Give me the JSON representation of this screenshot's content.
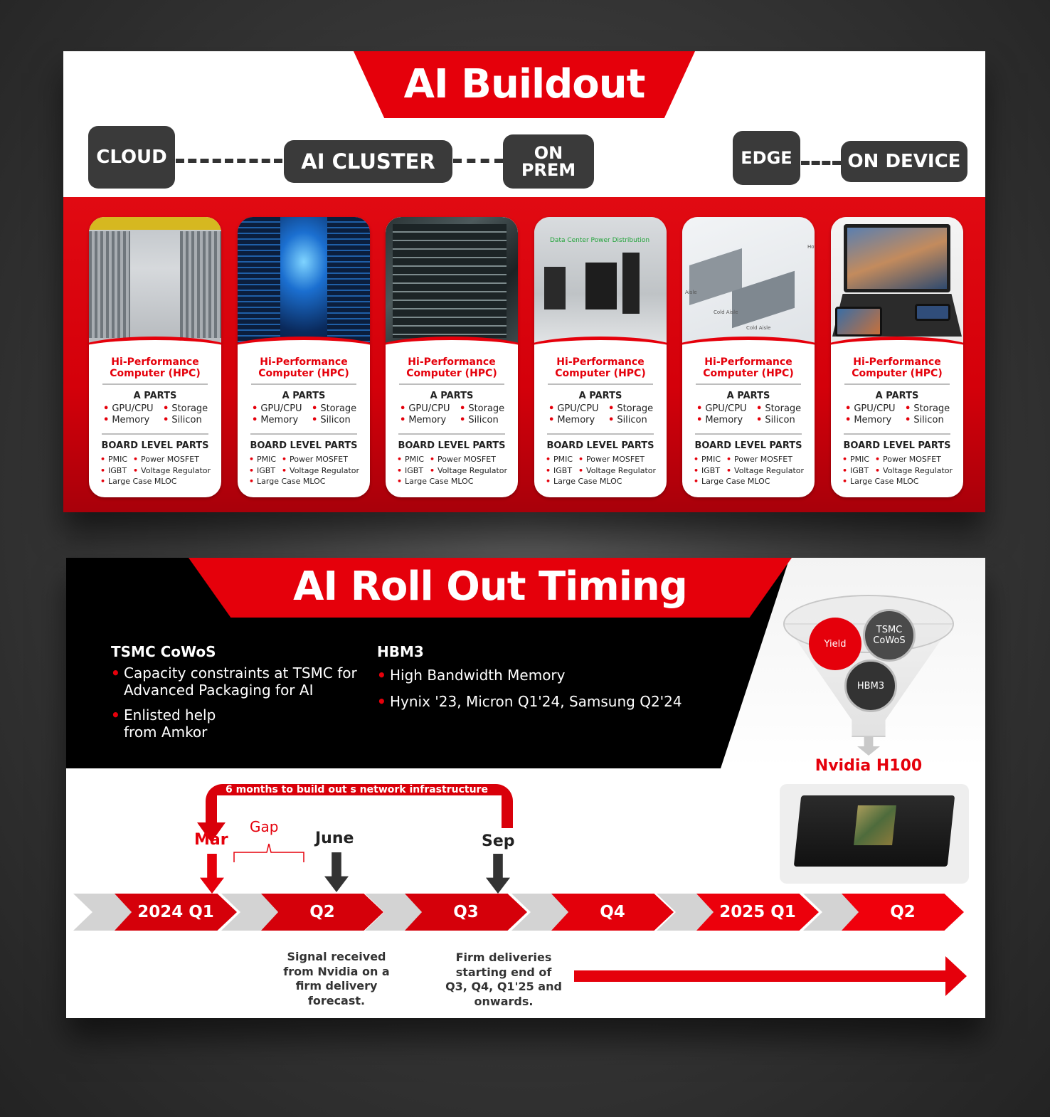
{
  "panel1": {
    "title": "AI Buildout",
    "tiers": {
      "cloud": "CLOUD",
      "ai_cluster": "AI CLUSTER",
      "on_prem": "ON PREM",
      "edge": "EDGE",
      "on_device": "ON DEVICE"
    },
    "cards": [
      {
        "image": "data-center-aisle-photo",
        "title": "Hi-Performance Computer (HPC)",
        "a_parts_head": "A PARTS",
        "a_parts": [
          "GPU/CPU",
          "Storage",
          "Memory",
          "Silicon"
        ],
        "board_head": "BOARD LEVEL PARTS",
        "board_parts": [
          "PMIC",
          "Power MOSFET",
          "IGBT",
          "Voltage Regulator",
          "Large Case MLOC"
        ]
      },
      {
        "image": "server-room-blue-photo",
        "title": "Hi-Performance Computer (HPC)",
        "a_parts_head": "A PARTS",
        "a_parts": [
          "GPU/CPU",
          "Storage",
          "Memory",
          "Silicon"
        ],
        "board_head": "BOARD LEVEL PARTS",
        "board_parts": [
          "PMIC",
          "Power MOSFET",
          "IGBT",
          "Voltage Regulator",
          "Large Case MLOC"
        ]
      },
      {
        "image": "network-rack-photo",
        "title": "Hi-Performance Computer (HPC)",
        "a_parts_head": "A PARTS",
        "a_parts": [
          "GPU/CPU",
          "Storage",
          "Memory",
          "Silicon"
        ],
        "board_head": "BOARD LEVEL PARTS",
        "board_parts": [
          "PMIC",
          "Power MOSFET",
          "IGBT",
          "Voltage Regulator",
          "Large Case MLOC"
        ]
      },
      {
        "image": "power-distribution-photo",
        "image_caption": "Data Center Power Distribution",
        "title": "Hi-Performance Computer (HPC)",
        "a_parts_head": "A PARTS",
        "a_parts": [
          "GPU/CPU",
          "Storage",
          "Memory",
          "Silicon"
        ],
        "board_head": "BOARD LEVEL PARTS",
        "board_parts": [
          "PMIC",
          "Power MOSFET",
          "IGBT",
          "Voltage Regulator",
          "Large Case MLOC"
        ]
      },
      {
        "image": "hot-cold-aisle-diagram",
        "image_labels": [
          "Hot",
          "Aisle",
          "Cold Aisle",
          "Cold Aisle"
        ],
        "title": "Hi-Performance Computer (HPC)",
        "a_parts_head": "A PARTS",
        "a_parts": [
          "GPU/CPU",
          "Storage",
          "Memory",
          "Silicon"
        ],
        "board_head": "BOARD LEVEL PARTS",
        "board_parts": [
          "PMIC",
          "Power MOSFET",
          "IGBT",
          "Voltage Regulator",
          "Large Case MLOC"
        ]
      },
      {
        "image": "laptop-tablet-phone-photo",
        "title": "Hi-Performance Computer (HPC)",
        "a_parts_head": "A PARTS",
        "a_parts": [
          "GPU/CPU",
          "Storage",
          "Memory",
          "Silicon"
        ],
        "board_head": "BOARD LEVEL PARTS",
        "board_parts": [
          "PMIC",
          "Power MOSFET",
          "IGBT",
          "Voltage Regulator",
          "Large Case MLOC"
        ]
      }
    ]
  },
  "panel2": {
    "title": "AI Roll Out Timing",
    "tsmc": {
      "title": "TSMC CoWoS",
      "bullets": [
        "Capacity constraints at TSMC for Advanced Packaging for AI",
        "Enlisted help from Amkor"
      ]
    },
    "hbm3": {
      "title": "HBM3",
      "bullets": [
        "High Bandwidth Memory",
        "Hynix '23, Micron Q1'24, Samsung Q2'24"
      ]
    },
    "funnel": {
      "yield": "Yield",
      "tsmc": "TSMC CoWoS",
      "hbm3": "HBM3",
      "product": "Nvidia H100"
    },
    "timeline": {
      "loop_text": "6 months  to build out s network infrastructure",
      "months": {
        "mar": "Mar",
        "june": "June",
        "sep": "Sep"
      },
      "gap": "Gap",
      "quarters": [
        "2024 Q1",
        "Q2",
        "Q3",
        "Q4",
        "2025 Q1",
        "Q2"
      ],
      "note_q2": "Signal received from Nvidia on a firm delivery forecast.",
      "note_q3": "Firm deliveries starting end of Q3, Q4, Q1'25 and onwards."
    },
    "colors": {
      "accent": "#e5000b",
      "dark": "#000000",
      "pill": "#3a3a3a"
    }
  }
}
